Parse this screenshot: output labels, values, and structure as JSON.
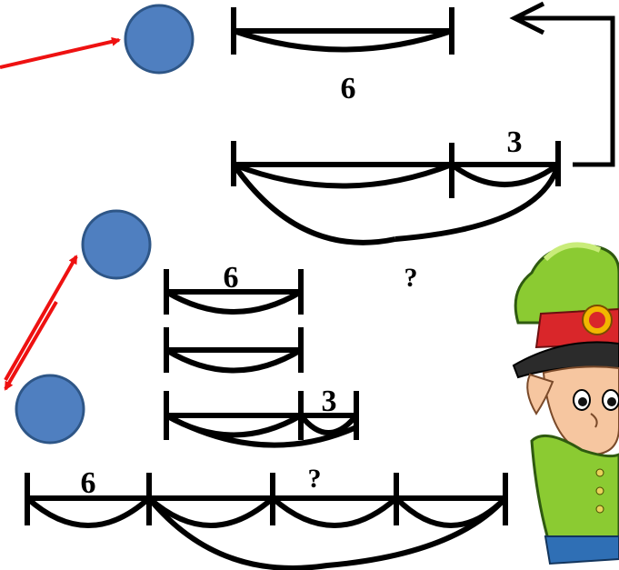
{
  "colors": {
    "line": "#000000",
    "arrow": "#ee1111",
    "circle_fill": "#4f7fc0",
    "circle_stroke": "#2e5687"
  },
  "diagram1": {
    "part_label": "6",
    "added_label": "3",
    "total_label": "?"
  },
  "diagram2": {
    "part_label": "6",
    "added_label": "3"
  },
  "diagram3": {
    "part_label": "6",
    "total_label": "?"
  },
  "illustration": {
    "name": "cartoon-boy-in-green-cap"
  }
}
